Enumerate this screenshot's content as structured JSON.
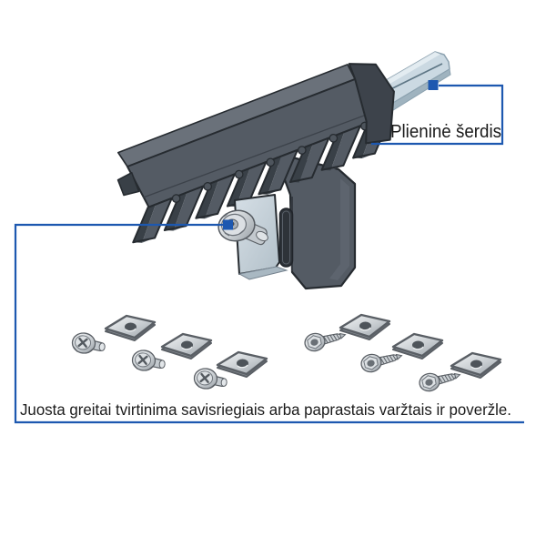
{
  "figure": {
    "type": "technical-diagram",
    "subject": "Gear rack with steel core and fastening hardware",
    "background": "#ffffff"
  },
  "labels": {
    "steel_core": "Plieninė šerdis",
    "fastening_note": "Juosta greitai tvirtinima savisriegiais arba paprastais varžtais ir poveržle."
  },
  "colors": {
    "callout_blue": "#1d58b0",
    "label_text": "#1a1a1a",
    "rack_body": "#545b64",
    "rack_top": "#6a717a",
    "tooth_shadow": "#394047",
    "core_fill": "#cbd9e2",
    "bracket_fill": "#c9d3db",
    "metal_light": "#f4f6f7",
    "metal_dark": "#9aa1a7"
  },
  "parts": {
    "rack": "toothed-drive-rack",
    "steel_core": "steel-core-profile",
    "bracket": "mounting-bracket-plate",
    "bracket_bolt": "hex-flange-bolt",
    "hardware": {
      "hex_bolts": 3,
      "self_tapping_screws": 3,
      "square_washers": 6
    }
  }
}
